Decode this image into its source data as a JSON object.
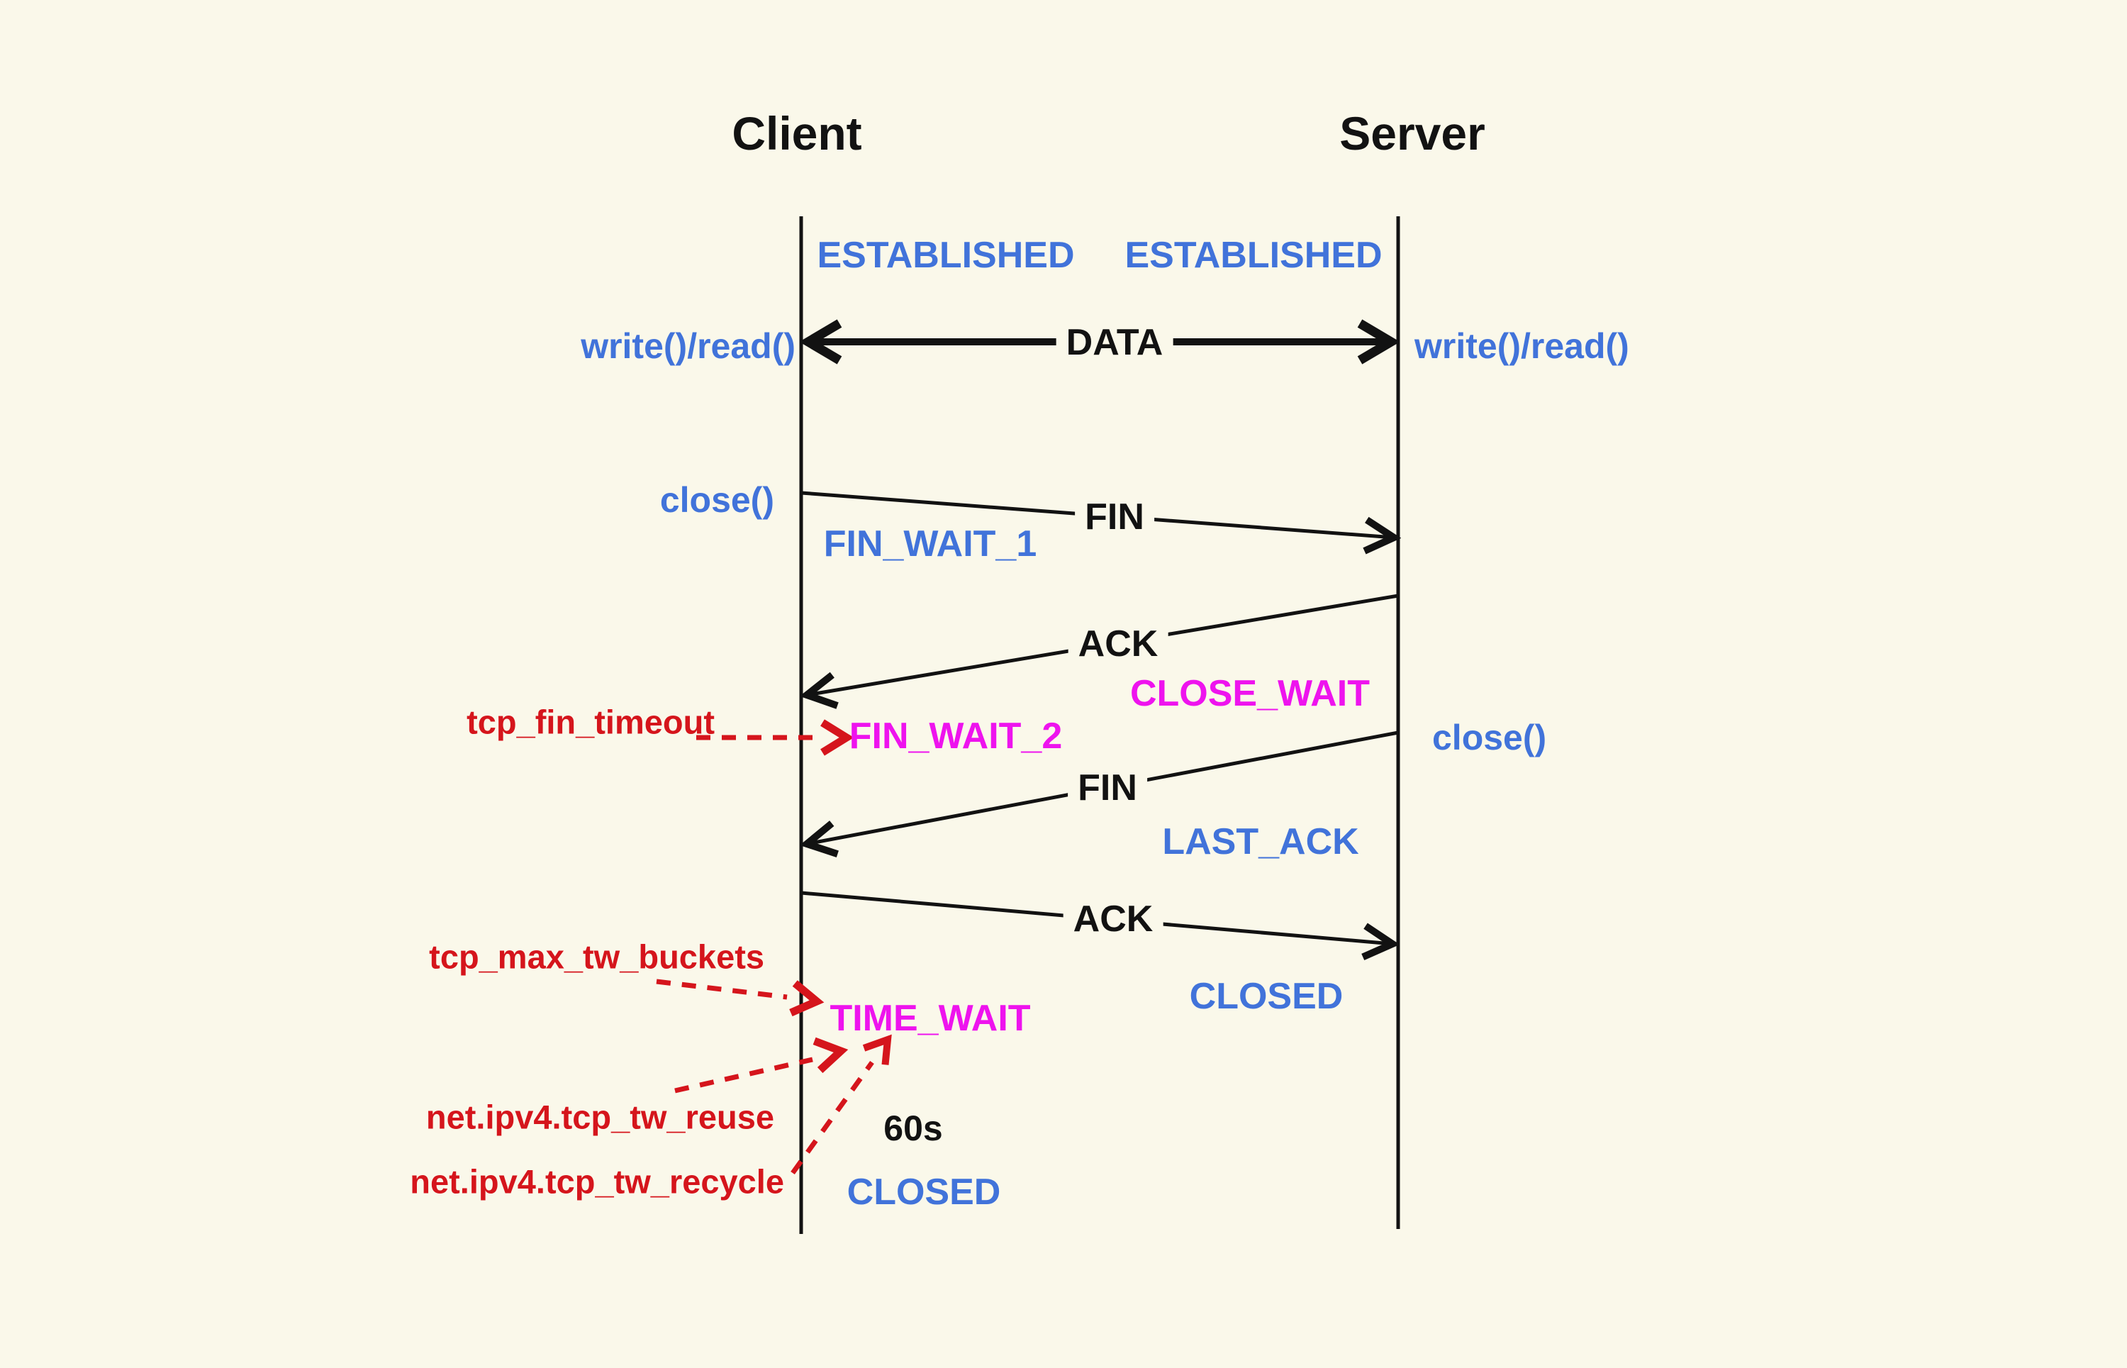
{
  "colors": {
    "bg": "#FAF8EA",
    "ink": "#121212",
    "blue": "#4173DA",
    "magenta": "#EE13EE",
    "red": "#D5151C"
  },
  "actors": {
    "client": "Client",
    "server": "Server"
  },
  "states": {
    "established_client": "ESTABLISHED",
    "established_server": "ESTABLISHED",
    "fin_wait_1": "FIN_WAIT_1",
    "close_wait": "CLOSE_WAIT",
    "fin_wait_2": "FIN_WAIT_2",
    "last_ack": "LAST_ACK",
    "closed_server": "CLOSED",
    "time_wait": "TIME_WAIT",
    "closed_client": "CLOSED"
  },
  "messages": {
    "data": "DATA",
    "fin_1": "FIN",
    "ack_1": "ACK",
    "fin_2": "FIN",
    "ack_2": "ACK"
  },
  "syscalls": {
    "write_read_client": "write()/read()",
    "write_read_server": "write()/read()",
    "close_client": "close()",
    "close_server": "close()"
  },
  "tunables": {
    "tcp_fin_timeout": "tcp_fin_timeout",
    "tcp_max_tw_buckets": "tcp_max_tw_buckets",
    "tcp_tw_reuse": "net.ipv4.tcp_tw_reuse",
    "tcp_tw_recycle": "net.ipv4.tcp_tw_recycle"
  },
  "annotations": {
    "time_wait_duration": "60s"
  }
}
